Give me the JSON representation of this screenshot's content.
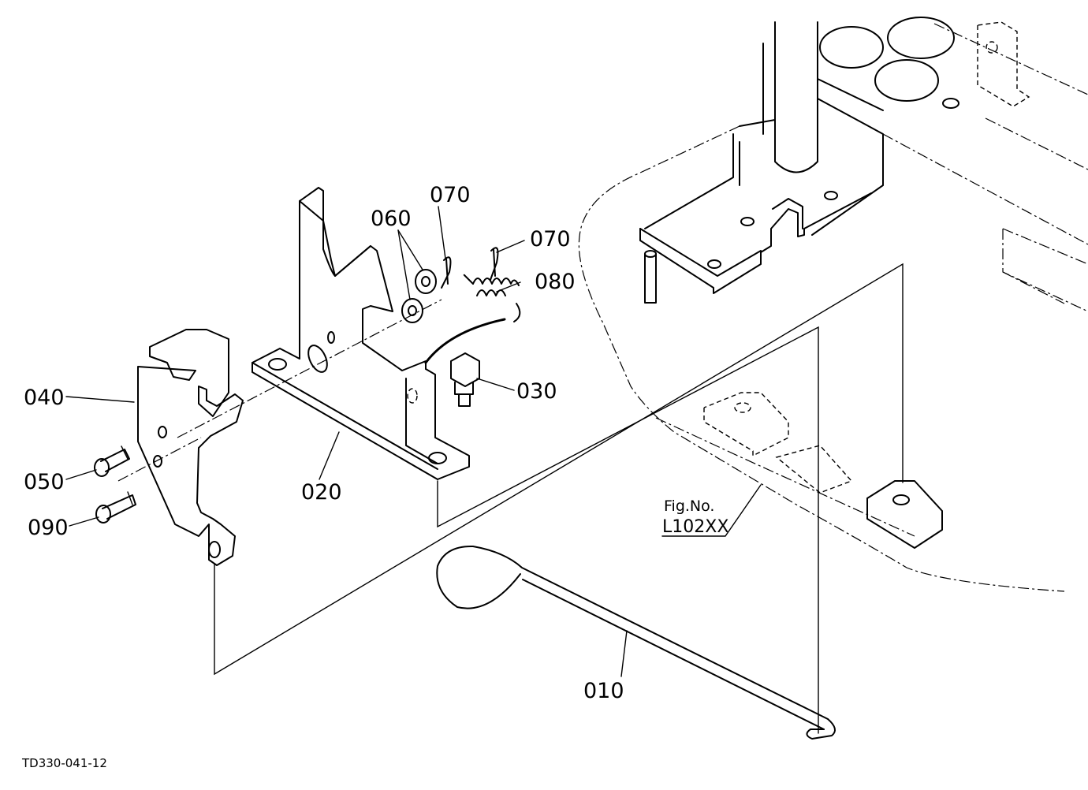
{
  "diagram": {
    "part_labels": {
      "p010": "010",
      "p020": "020",
      "p030": "030",
      "p040": "040",
      "p050": "050",
      "p060": "060",
      "p070a": "070",
      "p070b": "070",
      "p080": "080",
      "p090": "090"
    },
    "figure_reference": {
      "line1": "Fig.No.",
      "line2": "L102XX"
    },
    "drawing_code": "TD330-041-12"
  }
}
